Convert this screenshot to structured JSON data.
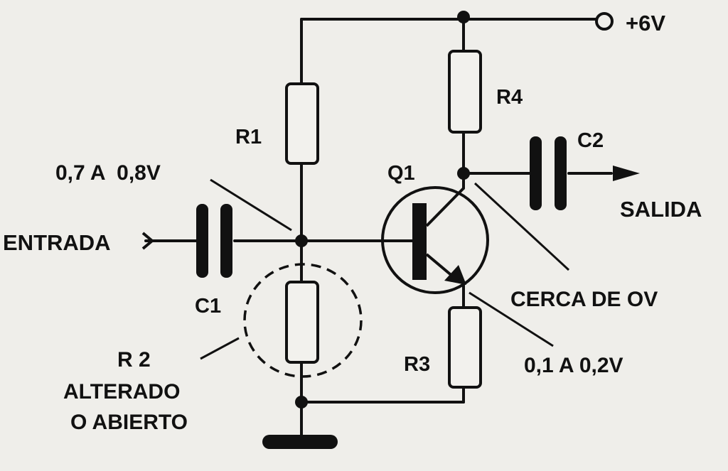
{
  "labels": {
    "supply": "+6V",
    "r1": "R1",
    "r4": "R4",
    "c2": "C2",
    "q1": "Q1",
    "output": "SALIDA",
    "input": "ENTRADA",
    "base_voltage": "0,7 A  0,8V",
    "c1": "C1",
    "collector_note": "CERCA DE OV",
    "r3": "R3",
    "emitter_voltage": "0,1 A 0,2V",
    "r2_line1": "R 2",
    "r2_line2": "ALTERADO",
    "r2_line3": "O ABIERTO"
  },
  "colors": {
    "ink": "#111111",
    "paper": "#efeeea"
  }
}
